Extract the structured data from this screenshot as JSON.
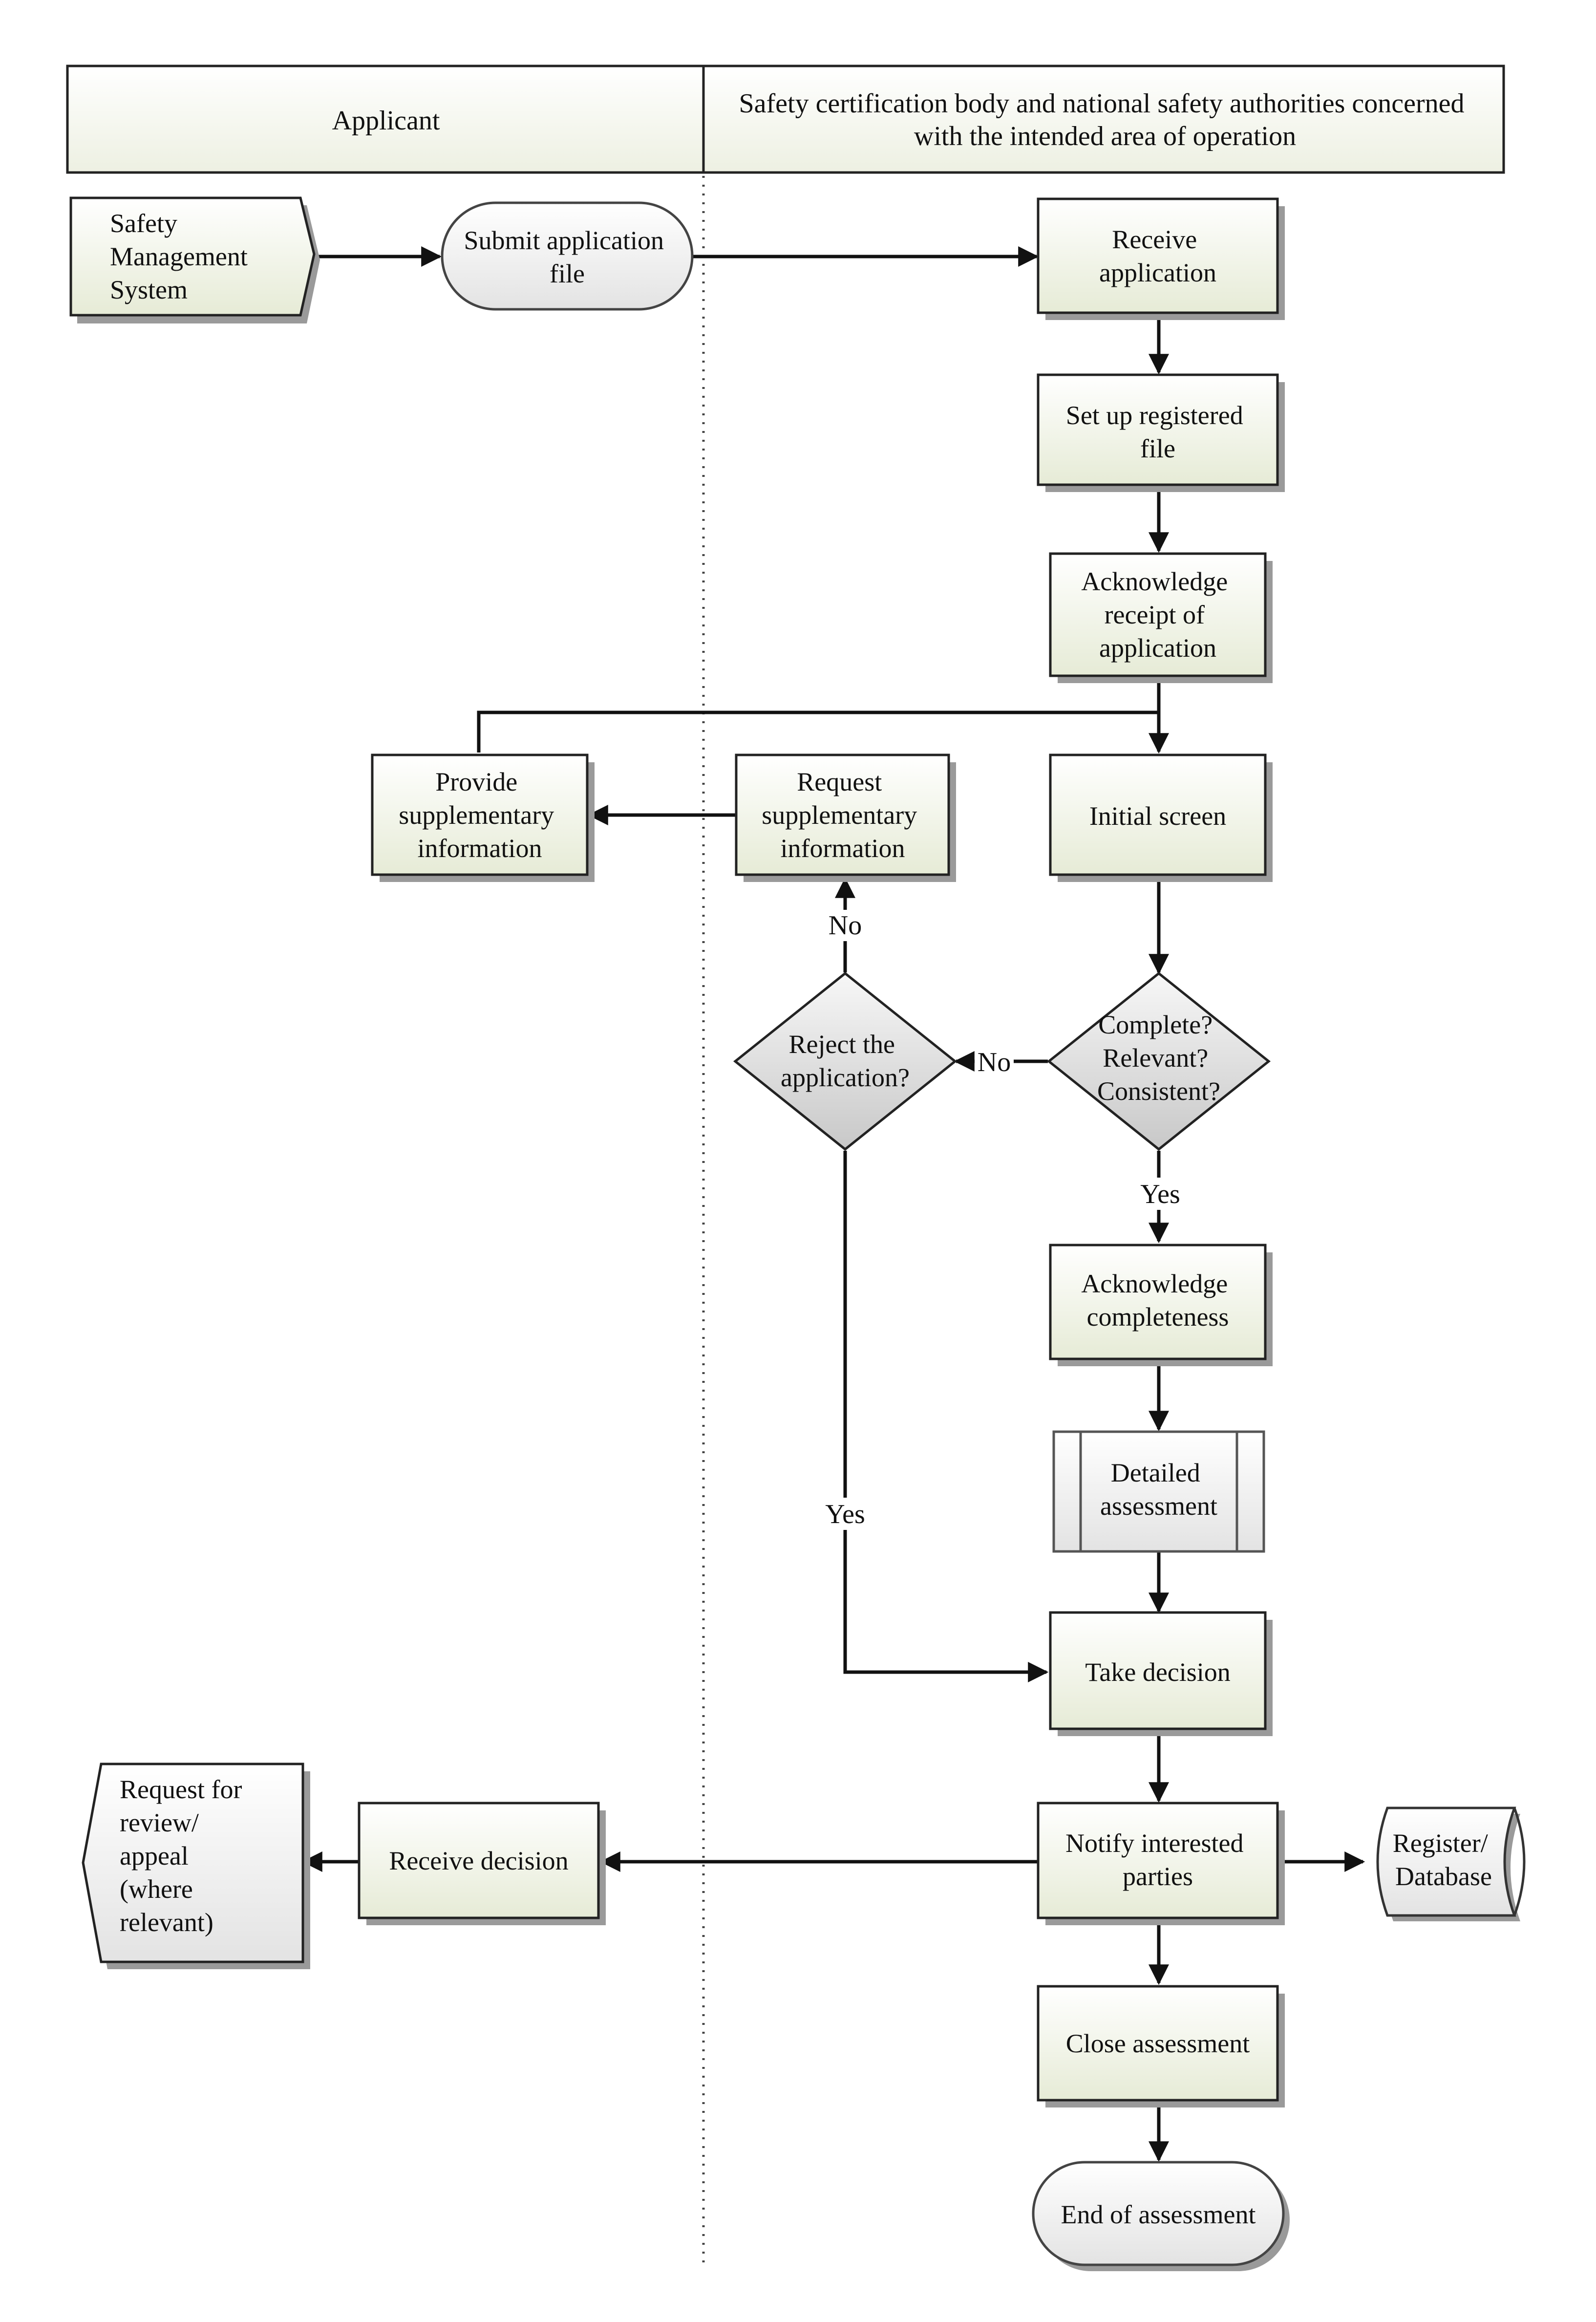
{
  "lanes": {
    "applicant": "Applicant",
    "authority_line1": "Safety certification body and national safety authorities concerned",
    "authority_line2": "with the intended area of operation"
  },
  "nodes": {
    "sms": [
      "Safety",
      "Management",
      "System"
    ],
    "submit": [
      "Submit application",
      "file"
    ],
    "receive_app": [
      "Receive",
      "application"
    ],
    "setup_file": [
      "Set up registered",
      "file"
    ],
    "ack_receipt": [
      "Acknowledge",
      "receipt of",
      "application"
    ],
    "initial_screen": [
      "Initial screen"
    ],
    "request_supp": [
      "Request",
      "supplementary",
      "information"
    ],
    "provide_supp": [
      "Provide",
      "supplementary",
      "information"
    ],
    "complete_check": [
      "Complete?",
      "Relevant?",
      "Consistent?"
    ],
    "reject_check": [
      "Reject the",
      "application?"
    ],
    "ack_complete": [
      "Acknowledge",
      "completeness"
    ],
    "detailed": [
      "Detailed",
      "assessment"
    ],
    "take_decision": [
      "Take decision"
    ],
    "notify": [
      "Notify interested",
      "parties"
    ],
    "register": [
      "Register/",
      "Database"
    ],
    "receive_decision": [
      "Receive decision"
    ],
    "appeal": [
      "Request for",
      "review/",
      "appeal",
      "(where",
      "relevant)"
    ],
    "close": [
      "Close assessment"
    ],
    "end": [
      "End of assessment"
    ]
  },
  "edges": {
    "no_incomplete": "No",
    "yes_complete": "Yes",
    "no_reject": "No",
    "yes_reject": "Yes"
  }
}
